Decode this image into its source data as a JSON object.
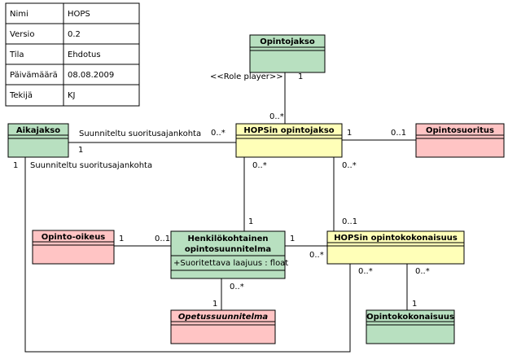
{
  "meta_table": {
    "rows": [
      {
        "label": "Nimi",
        "value": "HOPS"
      },
      {
        "label": "Versio",
        "value": "0.2"
      },
      {
        "label": "Tila",
        "value": "Ehdotus"
      },
      {
        "label": "Päivämäärä",
        "value": "08.08.2009"
      },
      {
        "label": "Tekijä",
        "value": "KJ"
      }
    ]
  },
  "colors": {
    "green": "#b8e0c0",
    "yellow": "#ffffb8",
    "pink": "#ffc4c4",
    "line": "#000000"
  },
  "classes": {
    "opintojakso": {
      "title": "Opintojakso",
      "color": "green"
    },
    "aikajakso": {
      "title": "Aikajakso",
      "color": "green"
    },
    "hops_opintojakso": {
      "title": "HOPSin opintojakso",
      "color": "yellow"
    },
    "opintosuoritus": {
      "title": "Opintosuoritus",
      "color": "pink"
    },
    "opinto_oikeus": {
      "title": "Opinto-oikeus",
      "color": "pink"
    },
    "hos": {
      "title_line1": "Henkilökohtainen",
      "title_line2": "opintosuunnitelma",
      "attribute": "+Suoritettava laajuus : float",
      "color": "green"
    },
    "hops_opintokokonaisuus": {
      "title": "HOPSin opintokokonaisuus",
      "color": "yellow"
    },
    "opetussuunnitelma": {
      "title": "Opetussuunnitelma",
      "color": "pink"
    },
    "opintokokonaisuus": {
      "title": "Opintokokonaisuus",
      "color": "green"
    }
  },
  "associations": {
    "role_player": {
      "label": "<<Role player>>",
      "top": "1",
      "bottom": "0..*"
    },
    "aika_hops": {
      "label": "Suunniteltu suoritusajankohta",
      "left": "1",
      "right": "0..*"
    },
    "aika_kokonaisuus": {
      "label": "Suunniteltu suoritusajankohta",
      "top": "1"
    },
    "hops_suoritus": {
      "left": "1",
      "right": "0..1"
    },
    "hops_hos": {
      "top": "0..*",
      "bottom": "1"
    },
    "hops_kok_parent": {
      "top": "0..*",
      "bottom": "0..1"
    },
    "oikeus_hos": {
      "left": "1",
      "right": "0..1"
    },
    "hos_kok": {
      "left": "1",
      "right": "0..*"
    },
    "hos_ops": {
      "top": "0..*",
      "bottom": "1"
    },
    "kok_self": {
      "label": "0..*"
    },
    "kok_opintokok": {
      "top": "0..*",
      "bottom": "1"
    }
  }
}
